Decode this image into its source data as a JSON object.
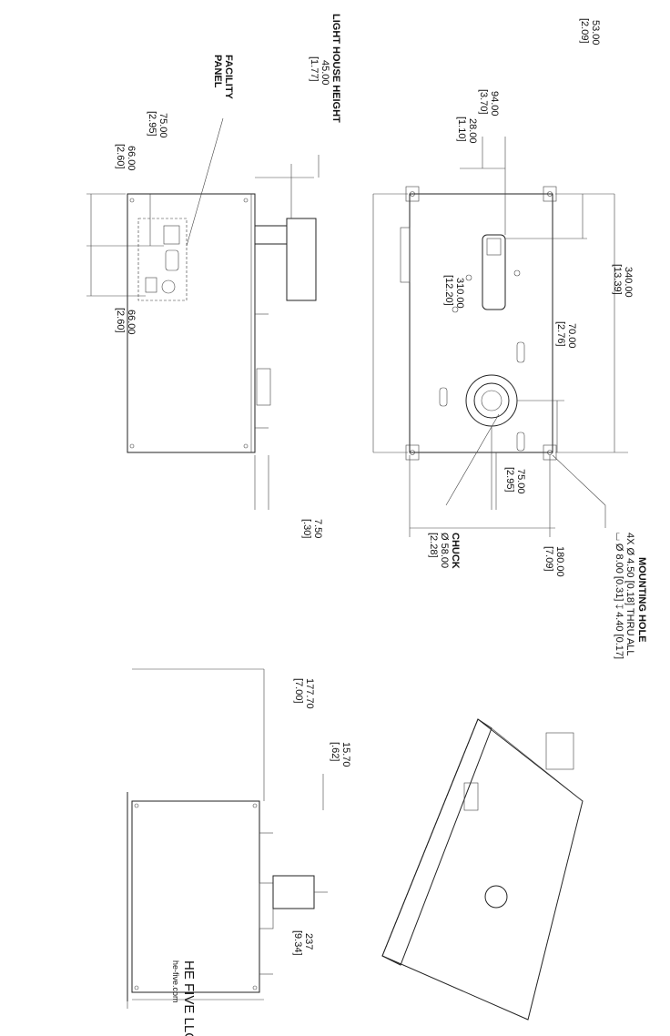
{
  "labels": {
    "light_house": "LIGHT HOUSE HEIGHT",
    "light_house_mm": "45.00",
    "light_house_in": "[1.77]",
    "facility_1": "FACILITY",
    "facility_2": "PANEL",
    "chuck": "CHUCK",
    "chuck_mm": "Ø 58.00",
    "chuck_in": "[2.28]",
    "mounting_title": "MOUNTING HOLE",
    "mounting_line1": "4X  Ø 4.50 [0.18]  THRU ALL",
    "mounting_line2": "⌴  Ø 8.00 [0.31]  ↧ 4.40 [0.17]",
    "company": "HE FIVE LLC",
    "website": "he-five.com"
  },
  "dimensions": {
    "d75_side_mm": "75.00",
    "d75_side_in": "[2.95]",
    "d66a_mm": "66.00",
    "d66a_in": "[2.60]",
    "d66b_mm": "66.00",
    "d66b_in": "[2.60]",
    "d28_mm": "28.00",
    "d28_in": "[1.10]",
    "d94_mm": "94.00",
    "d94_in": "[3.70]",
    "d53_mm": "53.00",
    "d53_in": "[2.09]",
    "d310_mm": "310.00",
    "d310_in": "[12.20]",
    "d340_mm": "340.00",
    "d340_in": "[13.39]",
    "d70_mm": "70.00",
    "d70_in": "[2.76]",
    "d75_top_mm": "75.00",
    "d75_top_in": "[2.95]",
    "d180_mm": "180.00",
    "d180_in": "[7.09]",
    "d750_mm": "7.50",
    "d750_in": "[.30]",
    "d1570_mm": "15.70",
    "d1570_in": "[.62]",
    "d17770_mm": "177.70",
    "d17770_in": "[7.00]",
    "d237_mm": "237",
    "d237_in": "[9.34]"
  }
}
